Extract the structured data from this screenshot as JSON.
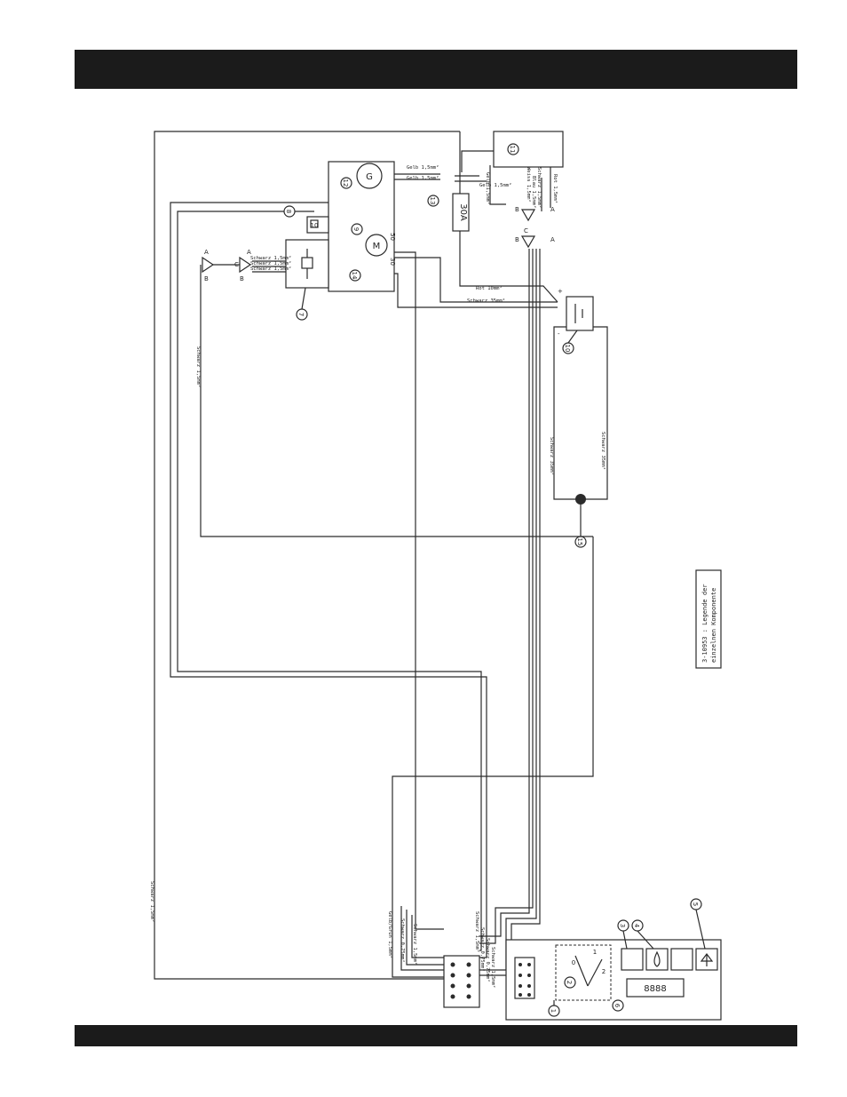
{
  "wire_labels": {
    "gelb_a": "Gelb 1,5mm²",
    "gelb_b": "Gelb 1,5mm²",
    "gelb_c": "Gelb 1,5mm²",
    "gelb_d": "Gelb 1,5mm²",
    "weiss": "Weiss 1,5mm²",
    "blau": "Blau 1,5mm²",
    "schwarz_r": "Schwarz 1,5mm²",
    "rot_r": "Rot 1,5mm²",
    "schwarz_v1": "Schwarz 1,5mm²",
    "schwarz_v2": "Schwarz 1,5mm²",
    "schwarz_v3": "Schwarz 1,5mm²",
    "rot10": "Rot 10mm²",
    "schwarz35": "Schwarz 35mm²",
    "schwarz_vert": "Schwarz 1,5mm²",
    "schwarz35_a": "Schwarz 35mm²",
    "schwarz35_b": "Schwarz 35mm²",
    "schwarz_left": "Schwarz 1,5mm²",
    "gelbgruen": "Gelb/Grün 1,5mm²",
    "schwarz_075a": "Schwarz 0,75mm²",
    "schwarz_c1": "Schwarz 1,5mm²",
    "schwarz_c2": "Schwarz 1,5mm²",
    "schwarz_c3": "Schwarz 0,75mm²",
    "schwarz_c4": "Schwarz 0,75mm²",
    "schwarz_c5": "Schwarz 1,5mm²"
  },
  "components": {
    "n1": "1",
    "n2": "2",
    "n3": "3",
    "n4": "4",
    "n5": "5",
    "n6": "6",
    "n7": "7",
    "n8": "8",
    "n9": "9",
    "n10": "10",
    "n11": "11",
    "n12": "12",
    "n13": "13",
    "n14": "14",
    "n15": "15"
  },
  "symbols": {
    "generator": "G",
    "motor": "M",
    "fuse": "30A",
    "terminal_30": "30",
    "terminal_50": "50",
    "switch_0": "0",
    "switch_1": "1",
    "switch_2": "2",
    "plug_a": "A",
    "plug_b": "B",
    "plug_c": "C",
    "display": "8888",
    "sender": "10",
    "battery_plus": "+",
    "battery_minus": "-"
  },
  "legend": {
    "line1": "3-10953 : Legende der",
    "line2": "einzelnen Komponente"
  }
}
